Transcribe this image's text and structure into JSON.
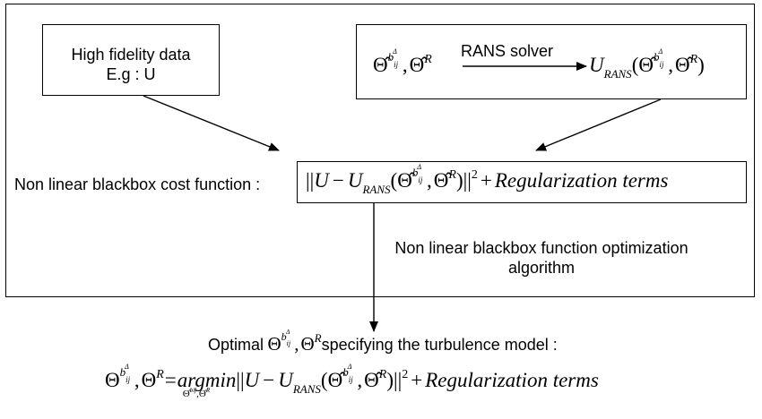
{
  "frame": {
    "label": ""
  },
  "high_fidelity_box": {
    "line1": "High fidelity data",
    "line2": "E.g : U"
  },
  "rans_box": {
    "input_expr": "Θ̂^{b_ij^Δ}, Θ̂^R",
    "arrow_label": "RANS solver",
    "output_expr": "U_RANS(Θ̂^{b_ij^Δ}, Θ̂^R)"
  },
  "cost": {
    "label": "Non linear blackbox cost function :",
    "expr_text": "||U − U_RANS(Θ̂^{b_ij^Δ}, Θ̂^R)||² + Regularization terms"
  },
  "optimization": {
    "line1": "Non linear blackbox function optimization",
    "line2": "algorithm"
  },
  "result": {
    "label_prefix": "Optimal",
    "label_suffix": "specifying the turbulence model :",
    "formula_text": "Θ^{b_ij^Δ}, Θ^R = argmin_{Θ̂^{b_ij^Δ}, Θ̂^R} ||U − U_RANS(Θ̂^{b_ij^Δ}, Θ̂^R)||² + Regularization terms"
  },
  "math_tokens": {
    "theta": "Θ",
    "theta_hat": "Θ̂",
    "comma": ",",
    "b": "b",
    "ij": "ij",
    "delta": "Δ",
    "R": "R",
    "U": "U",
    "minus": "−",
    "RANS": "RANS",
    "lparen": "(",
    "rparen": ")",
    "norm": "||",
    "sq": "2",
    "plus": "+",
    "reg": "Regularization terms",
    "equals": "=",
    "argmin": "argmin"
  }
}
